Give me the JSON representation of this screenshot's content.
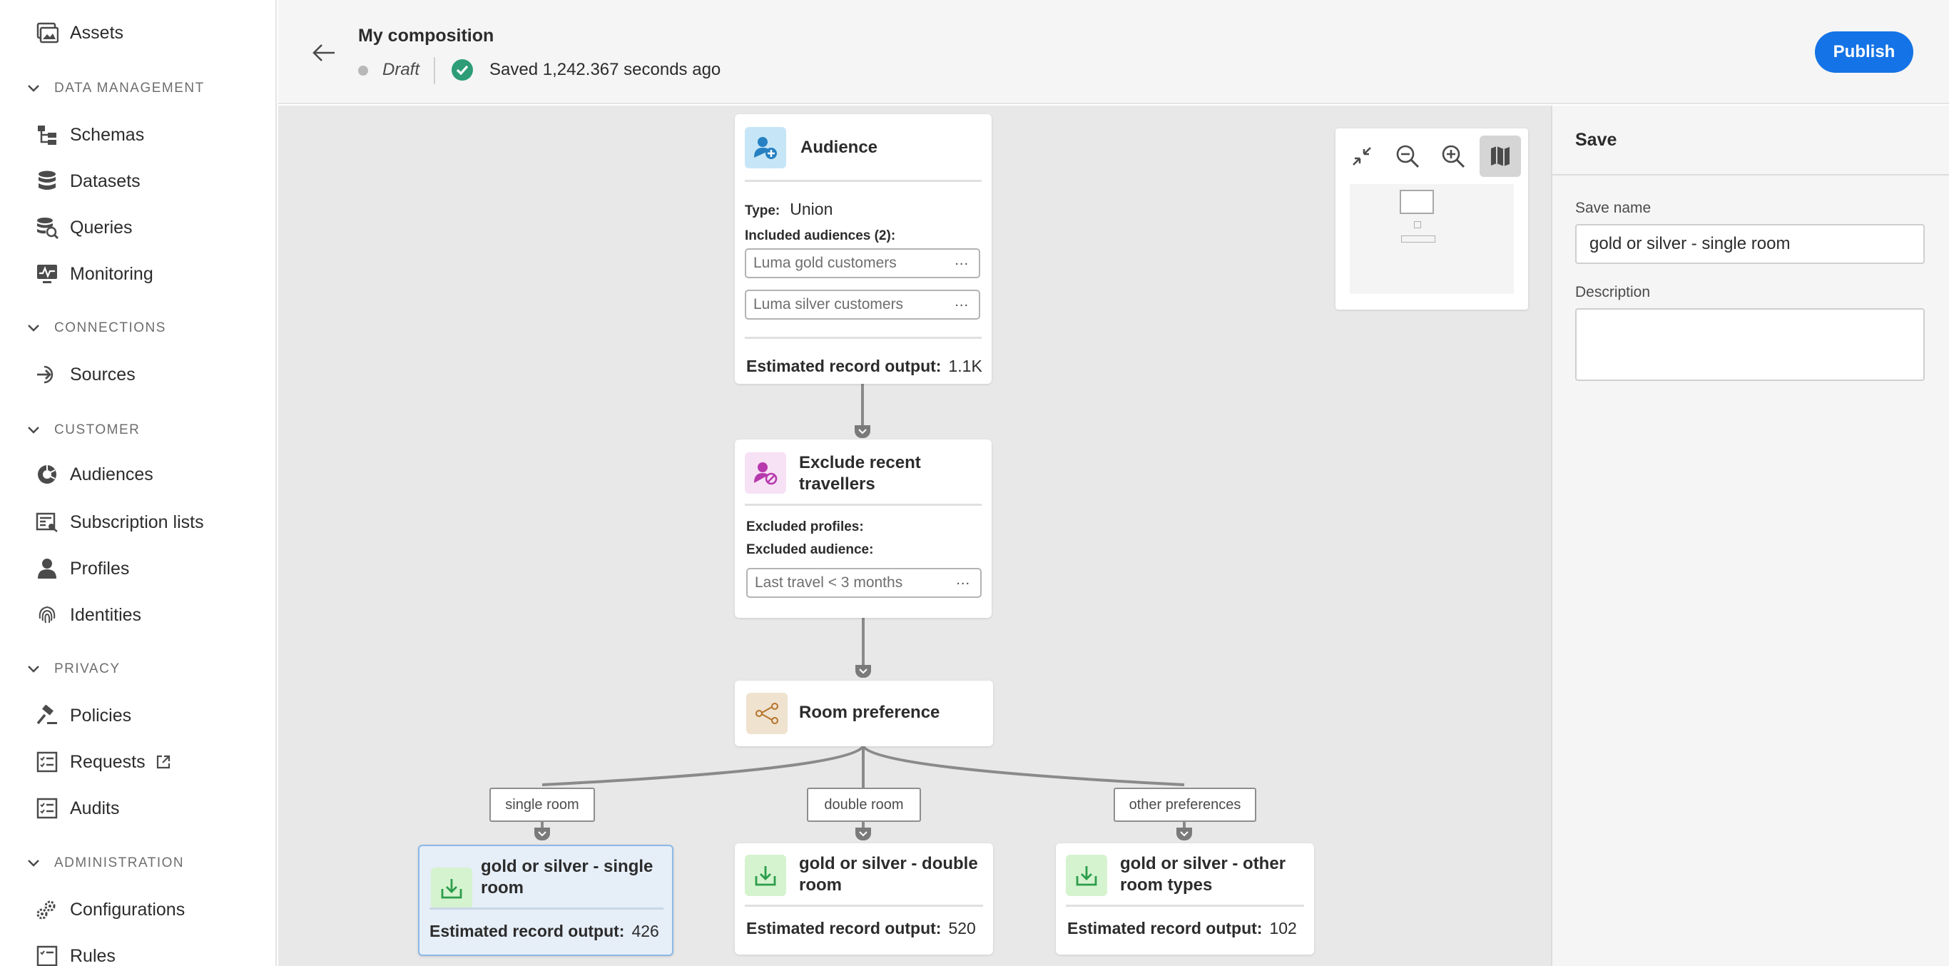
{
  "sidebar": {
    "assets_label": "Assets",
    "sections": {
      "data_management": "DATA MANAGEMENT",
      "connections": "CONNECTIONS",
      "customer": "CUSTOMER",
      "privacy": "PRIVACY",
      "administration": "ADMINISTRATION"
    },
    "items": {
      "schemas": "Schemas",
      "datasets": "Datasets",
      "queries": "Queries",
      "monitoring": "Monitoring",
      "sources": "Sources",
      "audiences": "Audiences",
      "subscription_lists": "Subscription lists",
      "profiles": "Profiles",
      "identities": "Identities",
      "policies": "Policies",
      "requests": "Requests",
      "audits": "Audits",
      "configurations": "Configurations",
      "rules": "Rules"
    }
  },
  "header": {
    "title": "My composition",
    "status": "Draft",
    "saved_text": "Saved 1,242.367 seconds ago",
    "publish_label": "Publish"
  },
  "canvas": {
    "audience_node": {
      "title": "Audience",
      "type_key": "Type:",
      "type_value": "Union",
      "included_label": "Included audiences (2):",
      "included": [
        "Luma gold customers",
        "Luma silver customers"
      ],
      "more": "...",
      "est_label": "Estimated record output:",
      "est_value": "1.1K"
    },
    "exclude_node": {
      "title_line1": "Exclude recent",
      "title_line2": "travellers",
      "excluded_profiles_label": "Excluded profiles:",
      "excluded_audience_label": "Excluded audience:",
      "excluded_audience": "Last travel < 3 months",
      "more": "..."
    },
    "split_node": {
      "title": "Room preference"
    },
    "branches": [
      "single room",
      "double room",
      "other preferences"
    ],
    "save_nodes": [
      {
        "title_line1": "gold or silver - single",
        "title_line2": "room",
        "est_label": "Estimated record output:",
        "est_value": "426"
      },
      {
        "title_line1": "gold or silver - double",
        "title_line2": "room",
        "est_label": "Estimated record output:",
        "est_value": "520"
      },
      {
        "title_line1": "gold or silver - other",
        "title_line2": "room types",
        "est_label": "Estimated record output:",
        "est_value": "102"
      }
    ]
  },
  "save_panel": {
    "title": "Save",
    "name_label": "Save name",
    "name_value": "gold or silver - single room",
    "description_label": "Description",
    "description_value": ""
  },
  "colors": {
    "accent": "#1473e6",
    "success": "#2d9d78",
    "audience_icon_bg": "#c6e6f7",
    "exclude_icon_bg": "#f7e1f5",
    "split_icon_bg": "#efe2cf",
    "save_icon_bg": "#d5f3cf"
  }
}
